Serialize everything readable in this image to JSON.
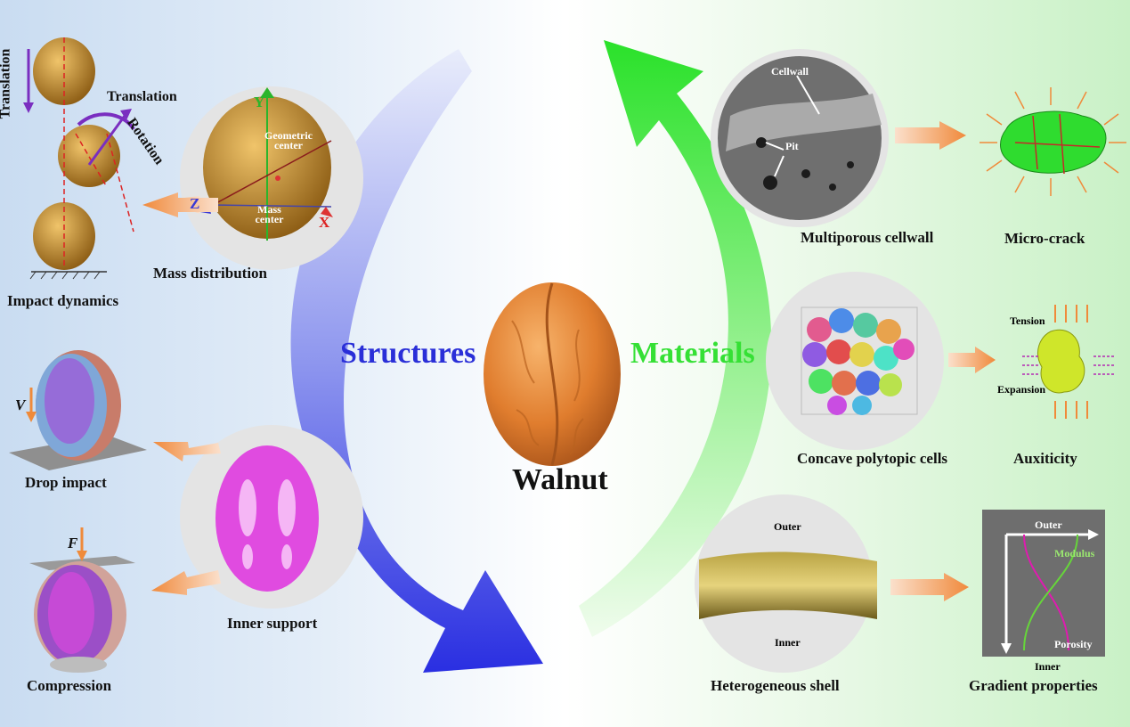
{
  "center": {
    "title": "Walnut"
  },
  "sides": {
    "structures": "Structures",
    "materials": "Materials"
  },
  "structures": {
    "impact_dynamics": "Impact dynamics",
    "mass_distribution": "Mass distribution",
    "drop_impact": "Drop impact",
    "compression": "Compression",
    "inner_support": "Inner support",
    "translation_v": "Translation",
    "translation_h": "Translation",
    "rotation": "Rotation",
    "geometric_center": "Geometric center",
    "mass_center": "Mass center",
    "axis_x": "X",
    "axis_y": "Y",
    "axis_z": "Z",
    "v_symbol": "V",
    "f_symbol": "F"
  },
  "materials": {
    "multiporous": "Multiporous  cellwall",
    "micro_crack": "Micro-crack",
    "concave": "Concave polytopic cells",
    "auxiticity": "Auxiticity",
    "heterogeneous": "Heterogeneous shell",
    "gradient": "Gradient properties",
    "cellwall": "Cellwall",
    "pit": "Pit",
    "tension": "Tension",
    "expansion": "Expansion",
    "outer_shell": "Outer",
    "inner_shell": "Inner",
    "outer_grad": "Outer",
    "inner_grad": "Inner",
    "modulus": "Modulus",
    "porosity": "Porosity"
  },
  "colors": {
    "structures_text": "#2a2fd8",
    "materials_text": "#35e035",
    "walnut": "#e88a3a",
    "arrow_orange": "#f0934a"
  }
}
